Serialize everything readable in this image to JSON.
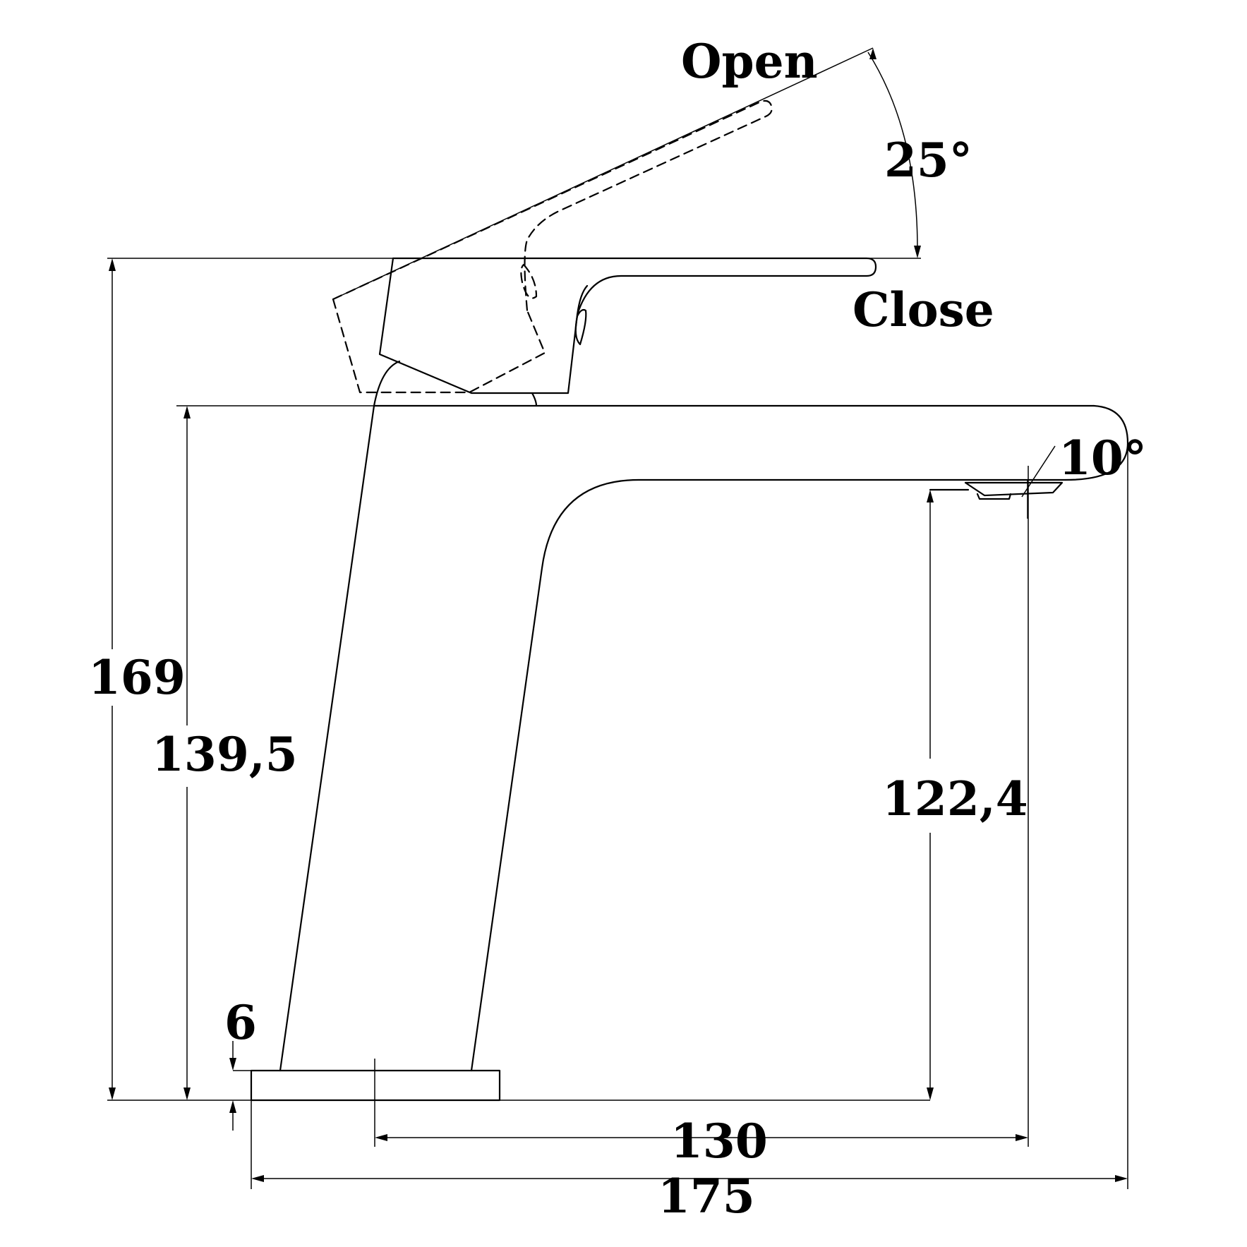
{
  "labels": {
    "open": "Open",
    "close": "Close",
    "angle_lever": "25°",
    "angle_spout": "10°"
  },
  "dimensions": {
    "total_height": "169",
    "body_height": "139,5",
    "spout_height": "122,4",
    "base_thickness": "6",
    "reach": "130",
    "total_length": "175"
  }
}
